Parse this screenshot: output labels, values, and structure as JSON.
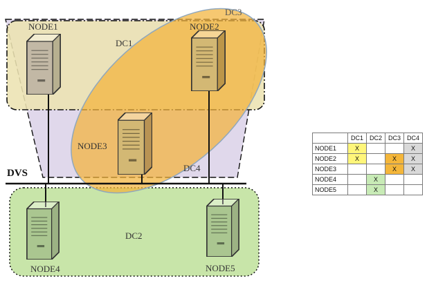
{
  "diagram": {
    "bus_label": "DVS",
    "groups": {
      "dc1": {
        "label": "DC1",
        "color": "#ece3b2"
      },
      "dc2": {
        "label": "DC2",
        "color": "#c8e5a9"
      },
      "dc3": {
        "label": "DC3",
        "color": "#f2b33a"
      },
      "dc4": {
        "label": "DC4",
        "color": "#ddd4e9"
      }
    },
    "nodes": {
      "node1": {
        "label": "NODE1",
        "color": "#cfc4b0"
      },
      "node2": {
        "label": "NODE2",
        "color": "#e1c47c"
      },
      "node3": {
        "label": "NODE3",
        "color": "#e1c47c"
      },
      "node4": {
        "label": "NODE4",
        "color": "#b5d39a"
      },
      "node5": {
        "label": "NODE5",
        "color": "#b5d39a"
      }
    }
  },
  "matrix": {
    "columns": [
      "DC1",
      "DC2",
      "DC3",
      "DC4"
    ],
    "rows": [
      {
        "label": "NODE1",
        "cells": [
          "X",
          "",
          "",
          "X"
        ]
      },
      {
        "label": "NODE2",
        "cells": [
          "X",
          "",
          "X",
          "X"
        ]
      },
      {
        "label": "NODE3",
        "cells": [
          "",
          "",
          "X",
          "X"
        ]
      },
      {
        "label": "NODE4",
        "cells": [
          "",
          "X",
          "",
          ""
        ]
      },
      {
        "label": "NODE5",
        "cells": [
          "",
          "X",
          "",
          ""
        ]
      }
    ],
    "column_colors": [
      "#fff67a",
      "#c8ebb6",
      "#f4b63a",
      "#d9d9d9"
    ]
  }
}
